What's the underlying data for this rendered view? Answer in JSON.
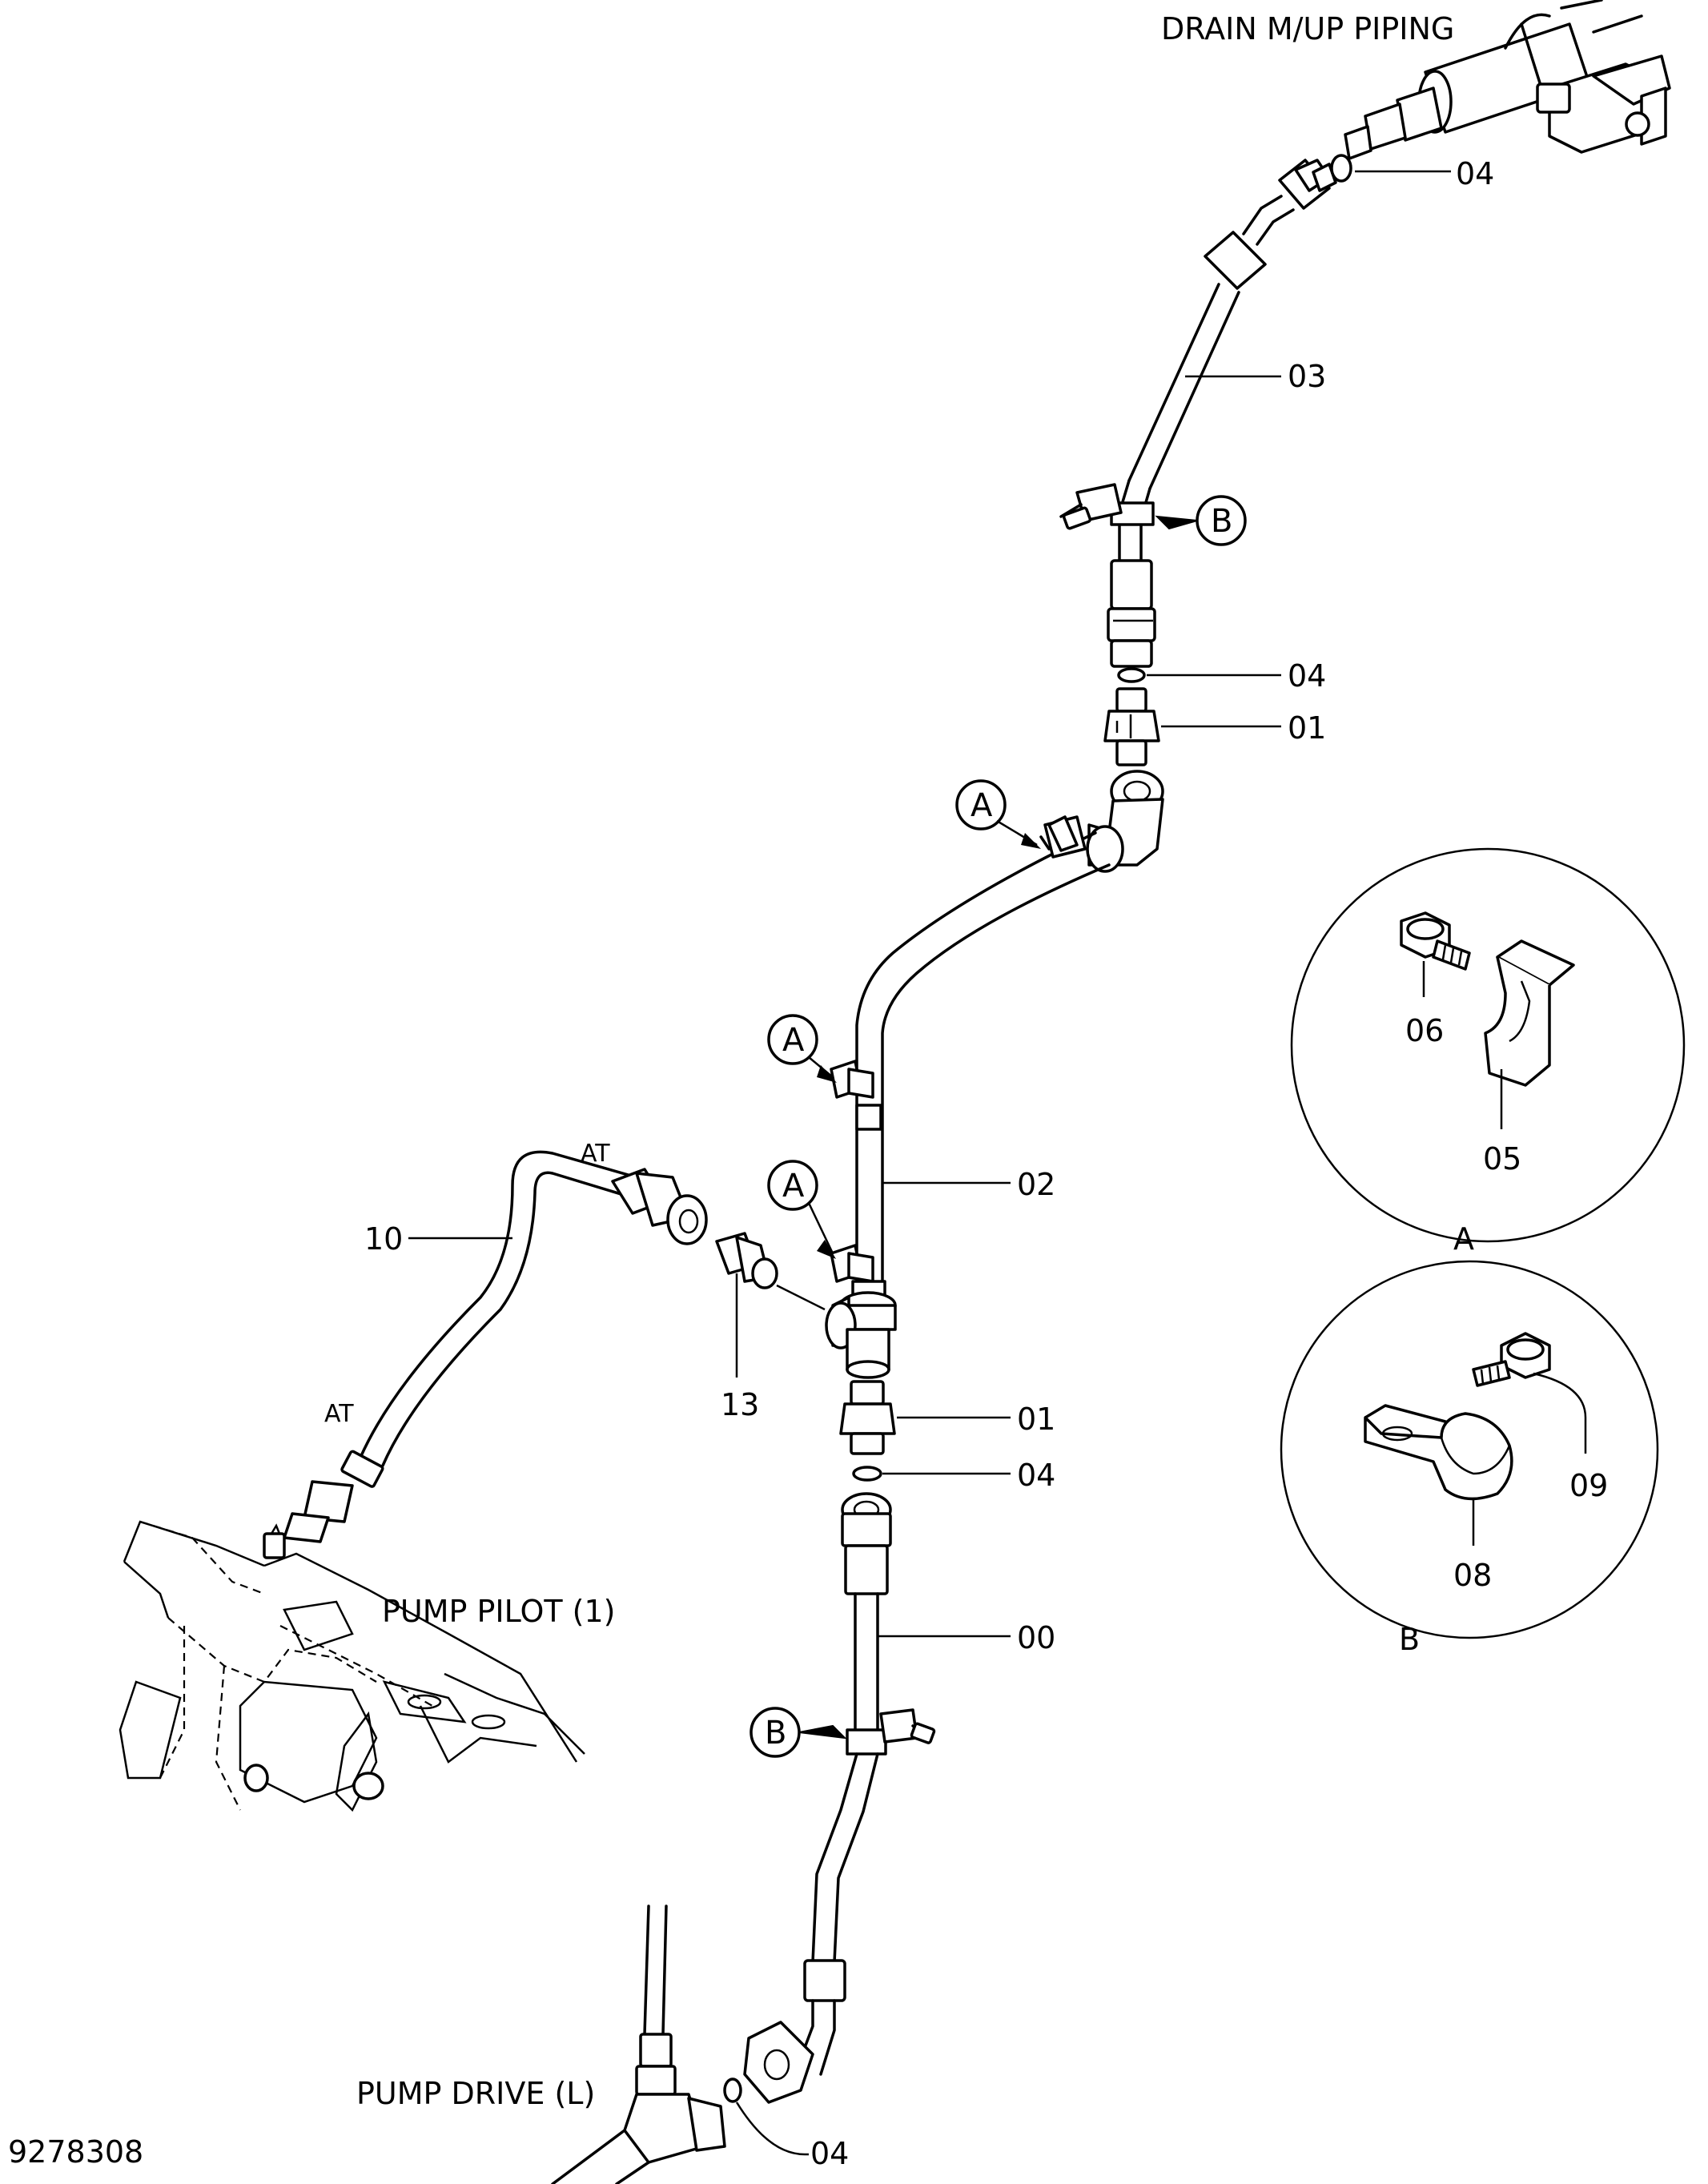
{
  "labels": {
    "drain": "DRAIN  M/UP  PIPING",
    "pump_pilot": "PUMP  PILOT (1)",
    "pump_drive": "PUMP  DRIVE  (L)",
    "figure_number": "9278308"
  },
  "parts": {
    "p00": "00",
    "p01": "01",
    "p02": "02",
    "p03": "03",
    "p04": "04",
    "p05": "05",
    "p06": "06",
    "p08": "08",
    "p09": "09",
    "p10": "10",
    "p13": "13"
  },
  "markers": {
    "at": "AT",
    "a": "A",
    "b": "B"
  },
  "details": {
    "a_title": "A",
    "b_title": "B"
  }
}
